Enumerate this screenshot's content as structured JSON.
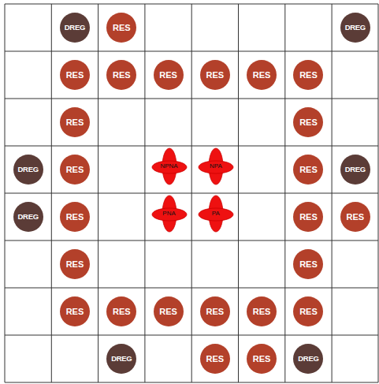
{
  "diagram": {
    "nodes": [
      {
        "text": [
          "DREG"
        ]
      },
      {
        "text": [
          "RES"
        ]
      },
      {
        "text": [
          "DREG"
        ]
      },
      {
        "text": [
          "RES"
        ]
      },
      {
        "text": [
          "RES"
        ]
      },
      {
        "text": [
          "RES"
        ]
      },
      {
        "text": [
          "RES"
        ]
      },
      {
        "text": [
          "RES"
        ]
      },
      {
        "text": [
          "RES"
        ]
      },
      {
        "text": [
          "RES"
        ]
      },
      {
        "text": [
          "RES"
        ]
      },
      {
        "text": [
          "DREG"
        ]
      },
      {
        "text": [
          "RES"
        ]
      },
      {
        "text": [
          "NPNA"
        ]
      },
      {
        "text": [
          "NPA"
        ]
      },
      {
        "text": [
          "RES"
        ]
      },
      {
        "text": [
          "DREG"
        ]
      },
      {
        "text": [
          "DREG"
        ]
      },
      {
        "text": [
          "RES"
        ]
      },
      {
        "text": [
          "PNA"
        ]
      },
      {
        "text": [
          "PA"
        ]
      },
      {
        "text": [
          "RES"
        ]
      },
      {
        "text": [
          "RES"
        ]
      },
      {
        "text": [
          "RES"
        ]
      },
      {
        "text": [
          "RES"
        ]
      },
      {
        "text": [
          "RES"
        ]
      },
      {
        "text": [
          "RES"
        ]
      },
      {
        "text": [
          "RES"
        ]
      },
      {
        "text": [
          "RES"
        ]
      },
      {
        "text": [
          "RES"
        ]
      },
      {
        "text": [
          "RES"
        ]
      },
      {
        "text": [
          "DREG"
        ]
      },
      {
        "text": [
          "RES"
        ]
      },
      {
        "text": [
          "RES"
        ]
      },
      {
        "text": [
          "DREG"
        ]
      }
    ]
  }
}
